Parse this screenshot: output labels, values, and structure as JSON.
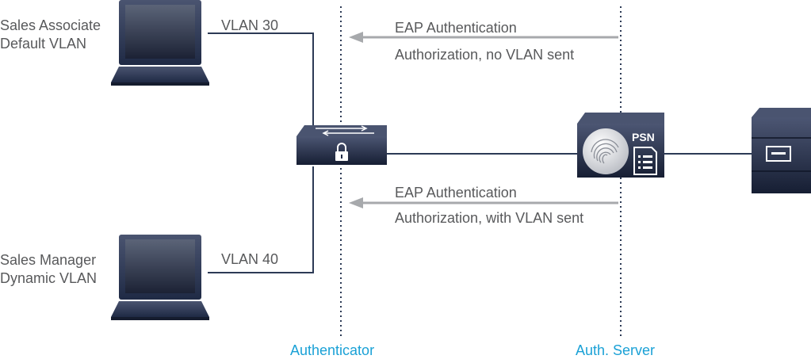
{
  "endpoints": {
    "associate": {
      "line1": "Sales Associate",
      "line2": "Default VLAN",
      "vlan": "VLAN 30"
    },
    "manager": {
      "line1": "Sales Manager",
      "line2": "Dynamic VLAN",
      "vlan": "VLAN 40"
    }
  },
  "flows": {
    "top": {
      "auth": "EAP Authentication",
      "result": "Authorization, no VLAN sent"
    },
    "bottom": {
      "auth": "EAP Authentication",
      "result": "Authorization, with VLAN sent"
    }
  },
  "roles": {
    "authenticator": "Authenticator",
    "server": "Auth. Server"
  },
  "devices": {
    "psn_badge": "PSN"
  },
  "colors": {
    "text": "#58595b",
    "role_text": "#1aa1d6",
    "wire": "#2c3a55",
    "arrow": "#a7a9ac",
    "device_dark": "#1f2a45"
  }
}
